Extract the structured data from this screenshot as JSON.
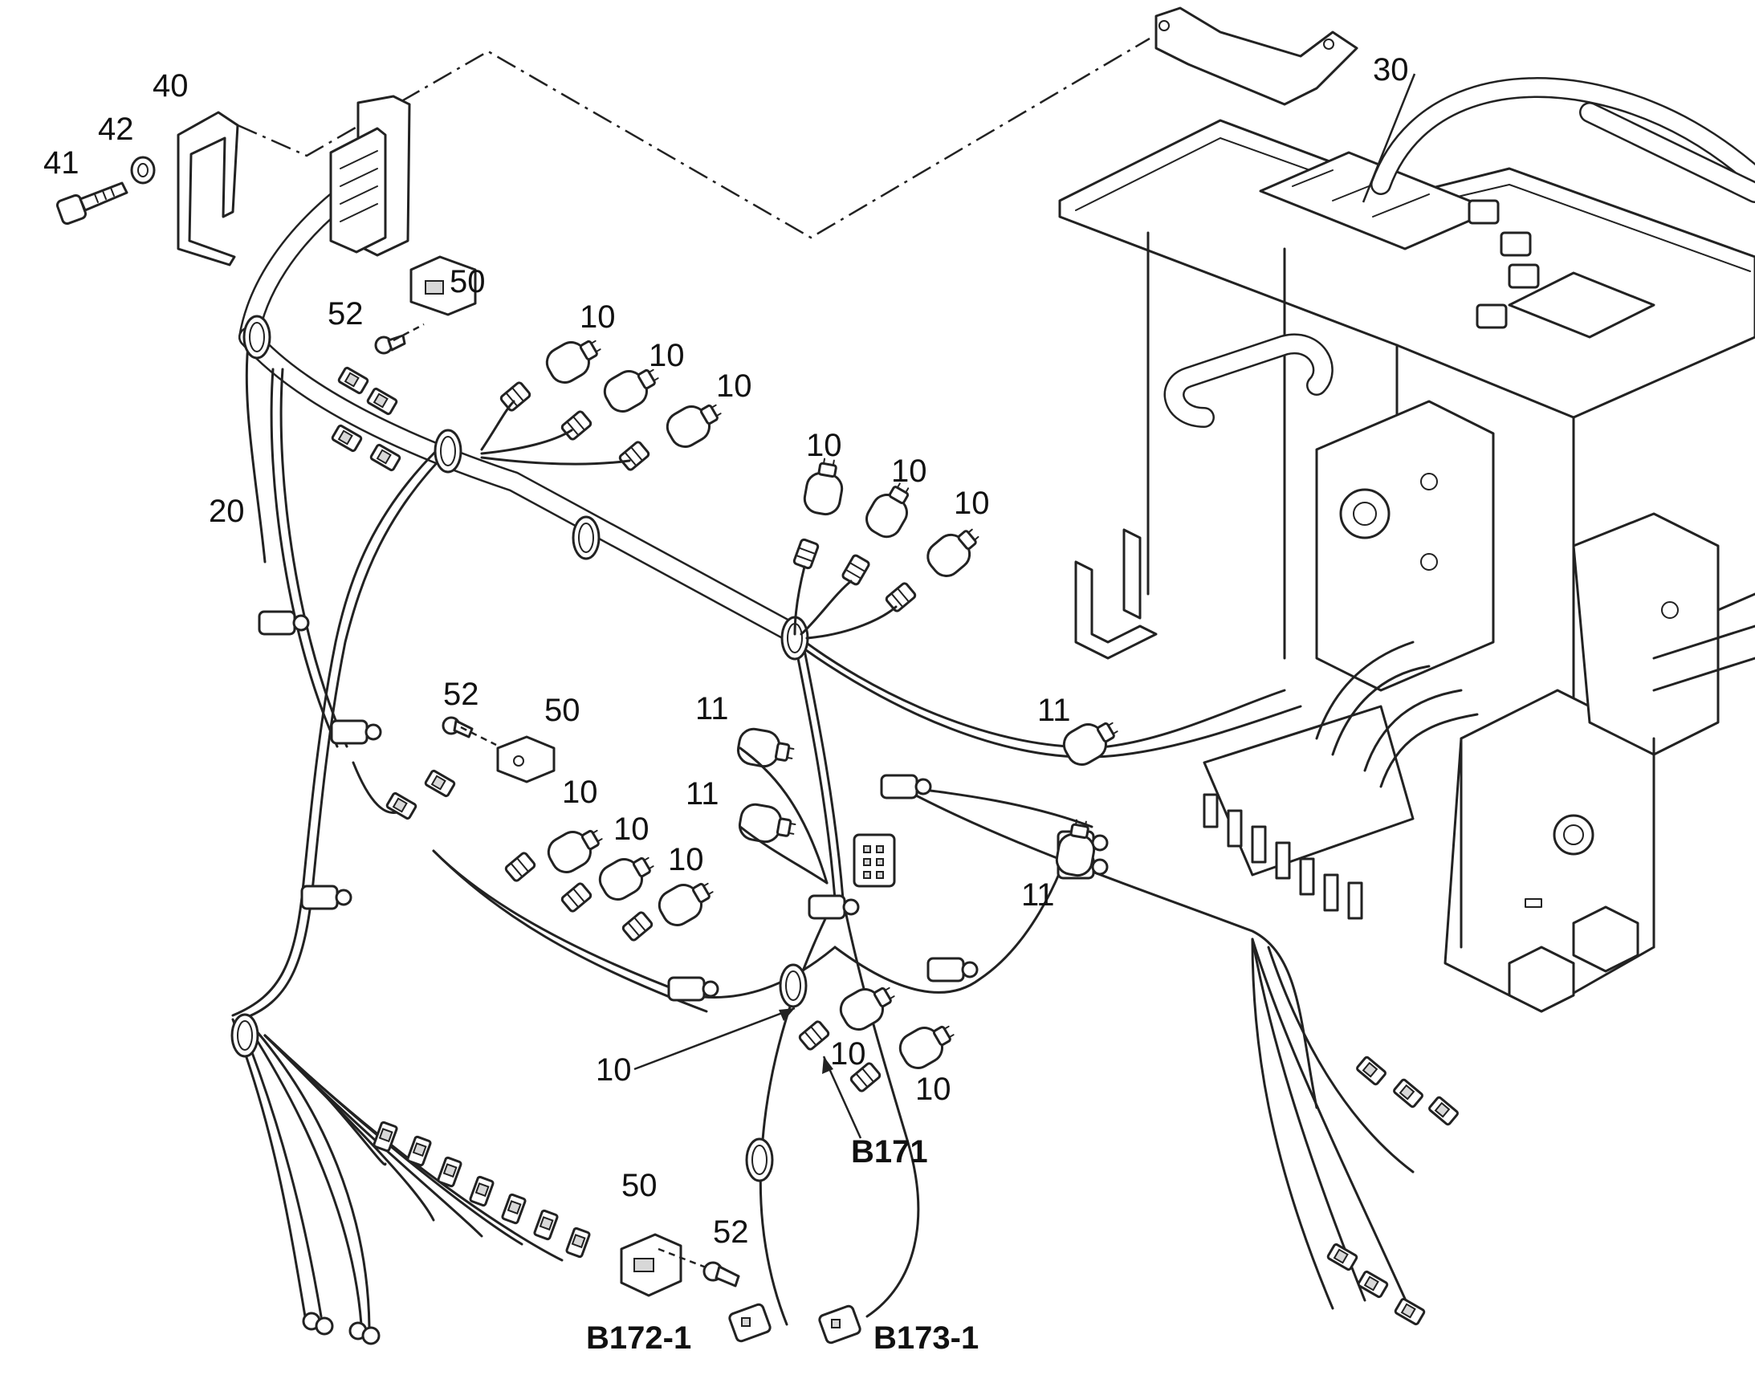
{
  "callouts": {
    "c40": "40",
    "c42": "42",
    "c41": "41",
    "c30": "30",
    "c50a": "50",
    "c52a": "52",
    "c20": "20",
    "c10a": "10",
    "c10b": "10",
    "c10c": "10",
    "c10d": "10",
    "c10e": "10",
    "c10f": "10",
    "c52b": "52",
    "c50b": "50",
    "c11a": "11",
    "c11b": "11",
    "c11c": "11",
    "c11d": "11",
    "c10g": "10",
    "c10h": "10",
    "c10i": "10",
    "c10j": "10",
    "c10k": "10",
    "c10l": "10",
    "c50c": "50",
    "c52c": "52"
  },
  "sensor_labels": {
    "b171": "B171",
    "b172": "B172-1",
    "b173": "B173-1"
  }
}
